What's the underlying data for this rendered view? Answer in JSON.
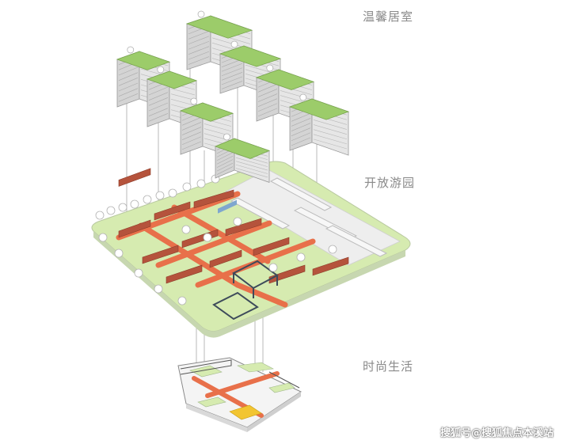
{
  "labels": {
    "top": "温馨居室",
    "middle": "开放游园",
    "bottom": "时尚生活"
  },
  "watermark": "搜狐号@搜狐焦点本溪站",
  "colors": {
    "roof_green": "#9ccc6a",
    "tower_grey": "#e6e6e6",
    "plaza_green": "#d6ebb0",
    "path_orange": "#e8704a",
    "brick_red": "#b5533c",
    "guide_line": "#9a9a9a",
    "pool_blue": "#7fa7cf",
    "label_grey": "#8a8a8a"
  }
}
